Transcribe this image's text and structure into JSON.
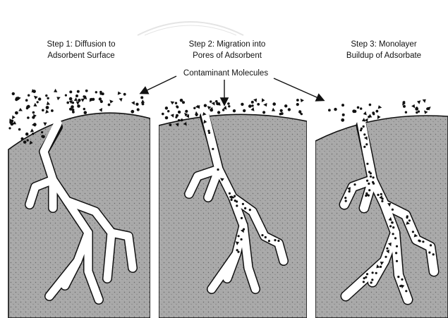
{
  "steps": [
    {
      "line1": "Step 1: Diffusion to",
      "line2": "Adsorbent Surface"
    },
    {
      "line1": "Step 2: Migration into",
      "line2": "Pores of Adsorbent"
    },
    {
      "line1": "Step 3: Monolayer",
      "line2": "Buildup of Adsorbate"
    }
  ],
  "caption": "Contaminant Molecules",
  "colors": {
    "ink": "#111111",
    "solid": "#a9a9a9",
    "pore": "#ffffff"
  }
}
